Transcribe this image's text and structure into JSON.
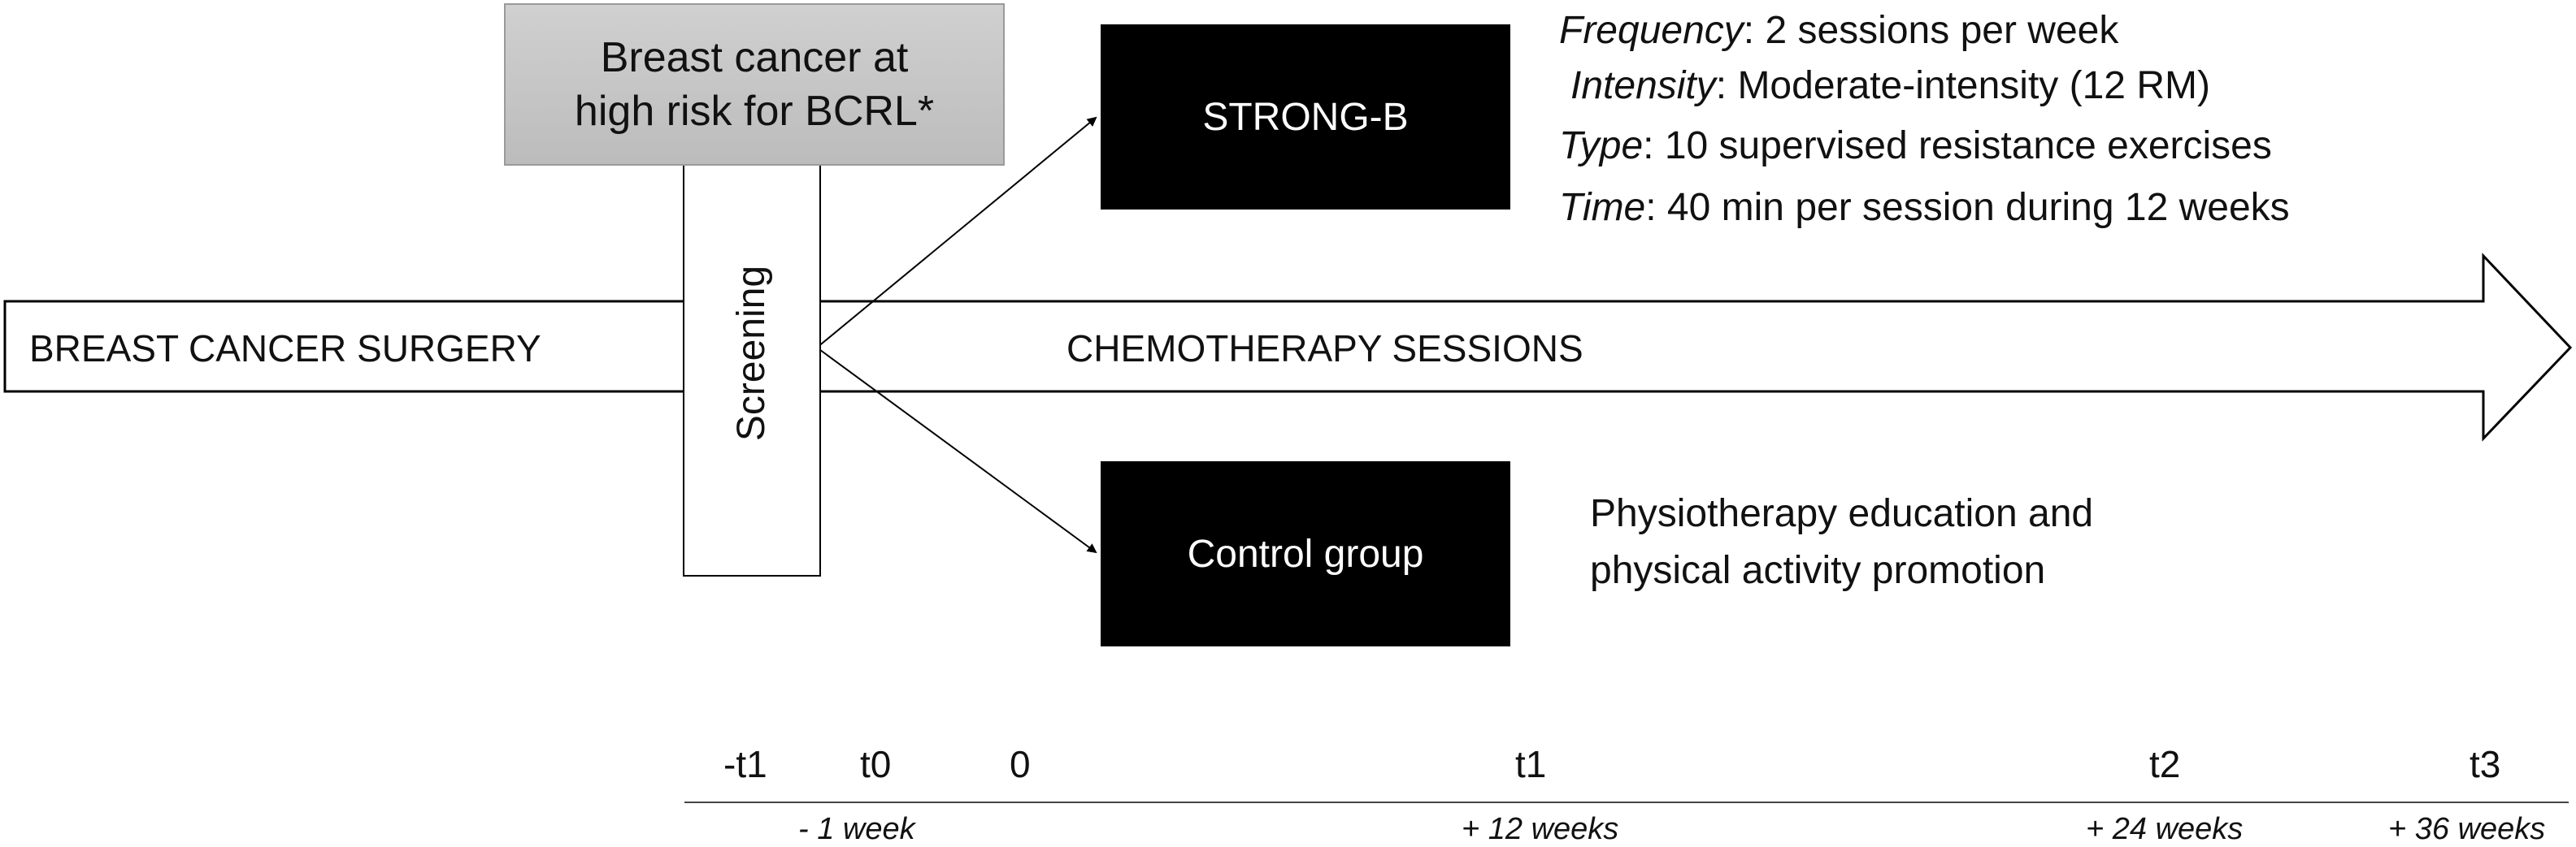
{
  "top_box": {
    "line1": "Breast cancer at",
    "line2": "high risk for BCRL*"
  },
  "screening": {
    "label": "Screening"
  },
  "arrow": {
    "left_label": "BREAST CANCER SURGERY",
    "right_label": "CHEMOTHERAPY SESSIONS"
  },
  "groups": {
    "intervention": "STRONG-B",
    "control": "Control group"
  },
  "fitt": {
    "frequency_key": "Frequency",
    "frequency_val": ": 2 sessions per week",
    "intensity_key": "Intensity",
    "intensity_val": ": Moderate-intensity (12 RM)",
    "type_key": "Type",
    "type_val": ": 10 supervised resistance exercises",
    "time_key": "Time",
    "time_val": ": 40 min per session during 12 weeks"
  },
  "control_text": {
    "line1": "Physiotherapy education and",
    "line2": "physical activity promotion"
  },
  "timeline": {
    "ticks": [
      "-t1",
      "t0",
      "0",
      "t1",
      "t2",
      "t3"
    ],
    "weeks": [
      "- 1 week",
      "+ 12 weeks",
      "+ 24 weeks",
      "+ 36 weeks"
    ]
  }
}
